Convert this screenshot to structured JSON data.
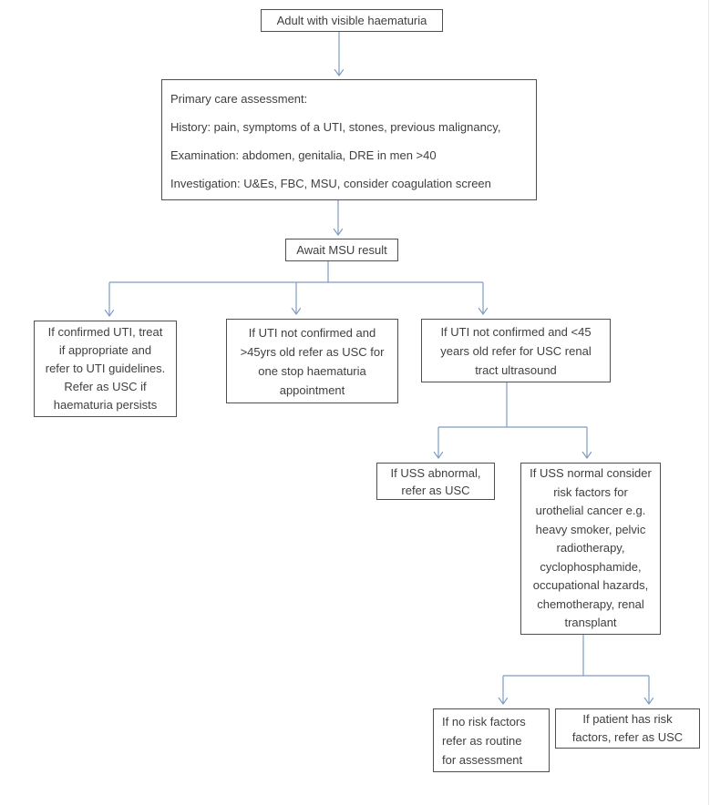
{
  "page": {
    "background": "#ffffff",
    "box_border_color": "#4f4f4f",
    "arrow_color": "#7f9cc1",
    "text_color": "#3f3f3f"
  },
  "flowchart": {
    "title": "Adult with visible haematuria referral pathway",
    "nodes": {
      "start": {
        "text": "Adult with visible haematuria"
      },
      "primary_care": {
        "text": "Primary care assessment:\nHistory: pain, symptoms of a UTI, stones, previous malignancy,\nExamination: abdomen, genitalia, DRE in men >40\nInvestigation: U&Es, FBC, MSU, consider coagulation screen"
      },
      "await_msu": {
        "text": "Await MSU result"
      },
      "confirmed_uti": {
        "text": "If confirmed UTI, treat\nif appropriate and\nrefer to UTI guidelines.\nRefer as USC if\nhaematuria persists"
      },
      "not_confirmed_over_45": {
        "text": "If UTI not confirmed and\n>45yrs old refer as USC for\none stop haematuria\nappointment"
      },
      "not_confirmed_under_45": {
        "text": "If UTI not confirmed and <45\nyears old refer for USC renal\ntract ultrasound"
      },
      "uss_abnormal": {
        "text": "If USS abnormal,\nrefer as USC"
      },
      "uss_normal": {
        "text": "If USS normal consider\nrisk factors for\nurothelial cancer e.g.\nheavy smoker, pelvic\nradiotherapy,\ncyclophosphamide,\noccupational hazards,\nchemotherapy, renal\ntransplant"
      },
      "no_risk_factors": {
        "text": "If no risk factors\nrefer as routine\nfor assessment"
      },
      "has_risk_factors": {
        "text": "If patient has risk\nfactors, refer as USC"
      }
    }
  }
}
